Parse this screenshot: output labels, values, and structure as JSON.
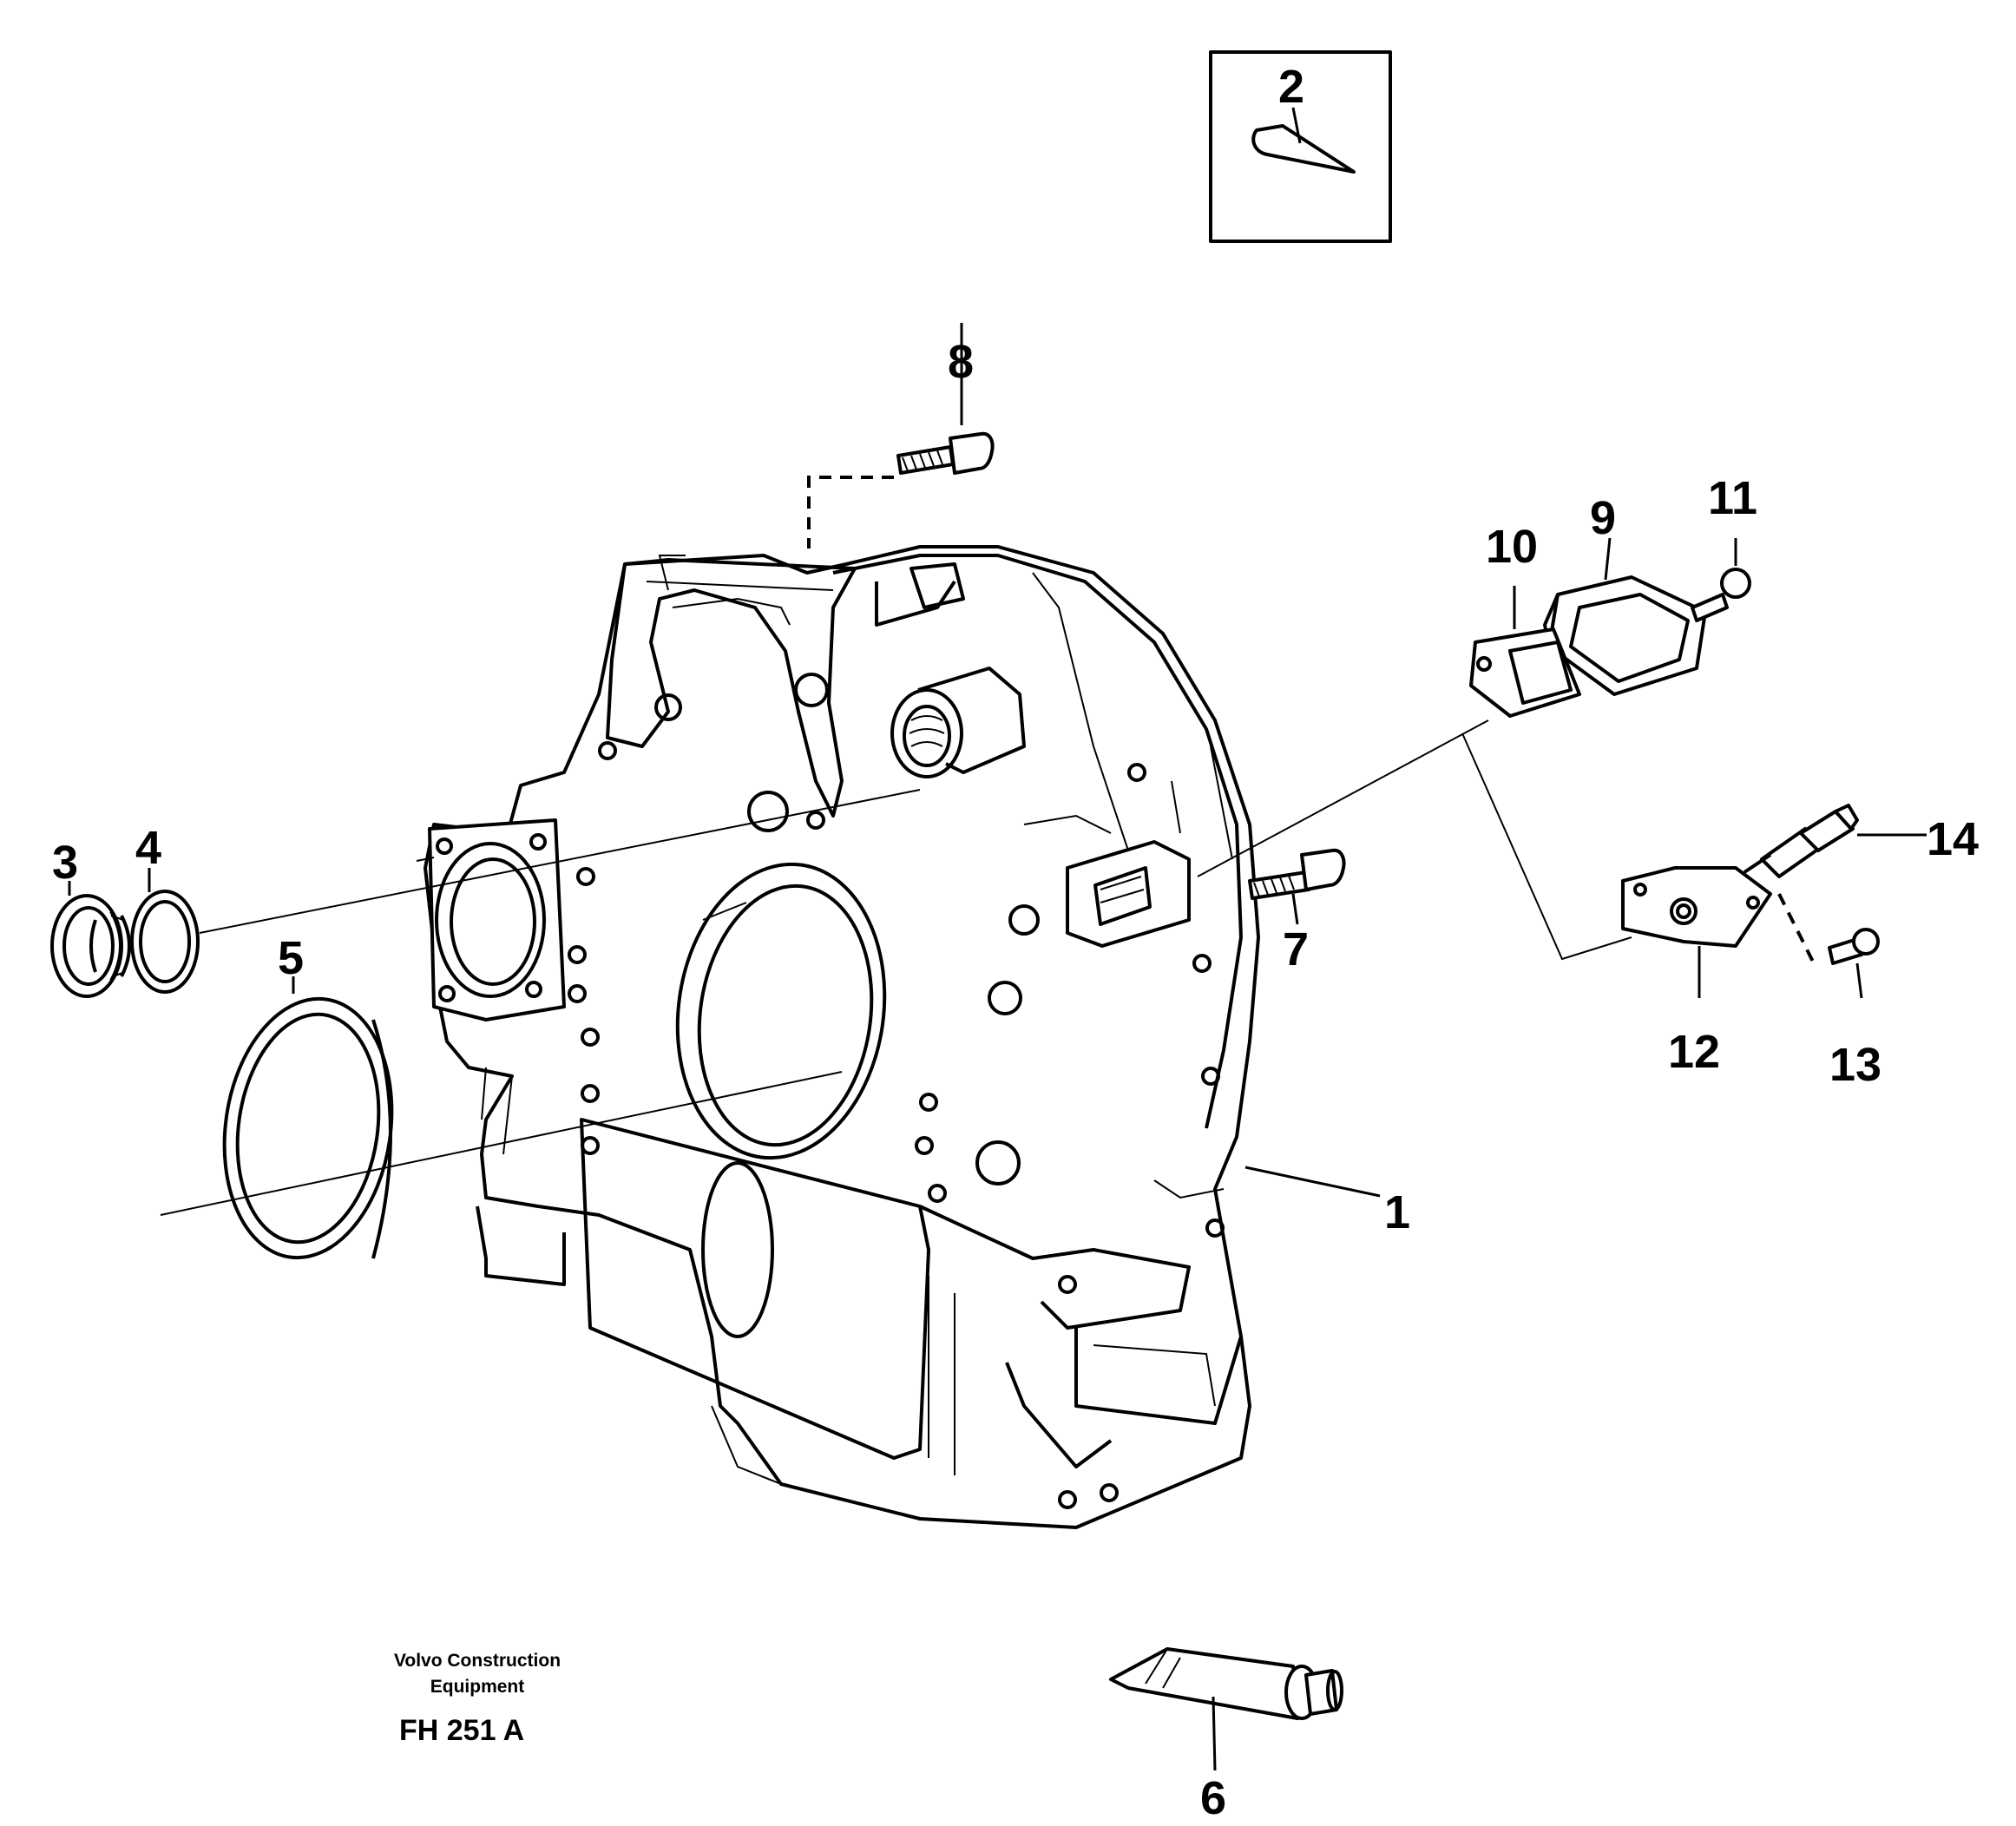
{
  "diagram": {
    "callouts": [
      {
        "id": "1",
        "label": "1"
      },
      {
        "id": "2",
        "label": "2"
      },
      {
        "id": "3",
        "label": "3"
      },
      {
        "id": "4",
        "label": "4"
      },
      {
        "id": "5",
        "label": "5"
      },
      {
        "id": "6",
        "label": "6"
      },
      {
        "id": "7",
        "label": "7"
      },
      {
        "id": "8",
        "label": "8"
      },
      {
        "id": "9",
        "label": "9"
      },
      {
        "id": "10",
        "label": "10"
      },
      {
        "id": "11",
        "label": "11"
      },
      {
        "id": "12",
        "label": "12"
      },
      {
        "id": "13",
        "label": "13"
      },
      {
        "id": "14",
        "label": "14"
      }
    ],
    "caption": {
      "company_line1": "Volvo Construction",
      "company_line2": "Equipment",
      "code": "FH 251 A"
    }
  }
}
